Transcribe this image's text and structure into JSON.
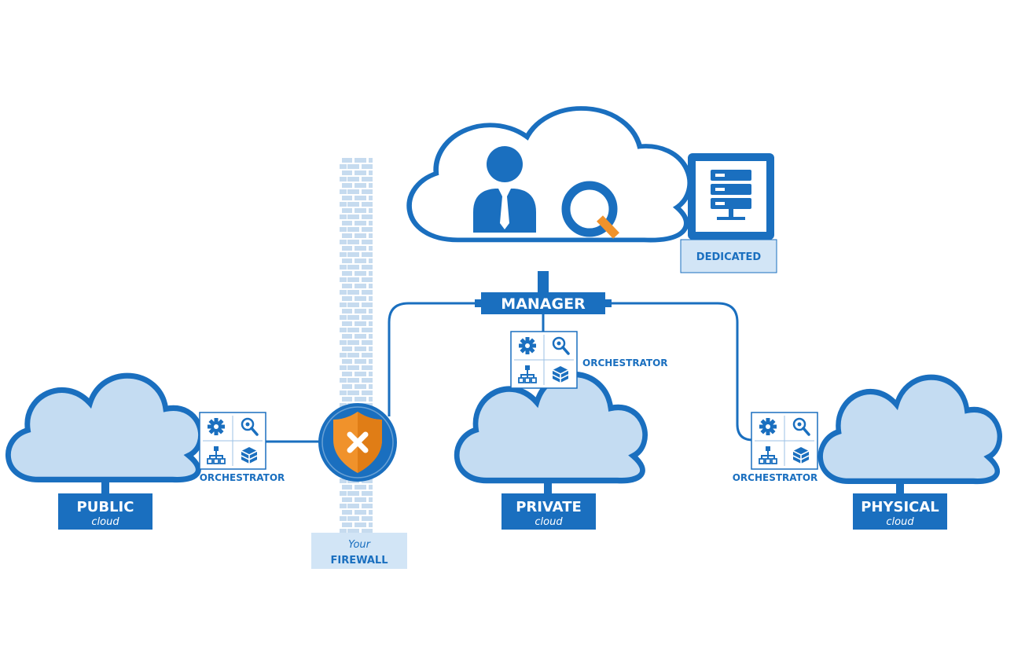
{
  "colors": {
    "primary": "#1a6fbf",
    "cloud_fill": "#c4dcf2",
    "light_box": "#d2e5f6",
    "accent_orange": "#f0922b",
    "white": "#ffffff"
  },
  "manager": {
    "label": "MANAGER",
    "icons": [
      "user-icon",
      "search-logo-icon"
    ]
  },
  "dedicated": {
    "label": "DEDICATED",
    "icon": "server-icon"
  },
  "firewall": {
    "line1": "Your",
    "line2": "FIREWALL",
    "shield_icon": "shield-x-icon"
  },
  "orchestrator_label": "ORCHESTRATOR",
  "orchestrator_icons": [
    "gear-icon",
    "search-icon",
    "hierarchy-icon",
    "boxes-icon"
  ],
  "clouds": [
    {
      "id": "public",
      "title": "PUBLIC",
      "subtitle": "cloud"
    },
    {
      "id": "private",
      "title": "PRIVATE",
      "subtitle": "cloud"
    },
    {
      "id": "physical",
      "title": "PHYSICAL",
      "subtitle": "cloud"
    }
  ]
}
